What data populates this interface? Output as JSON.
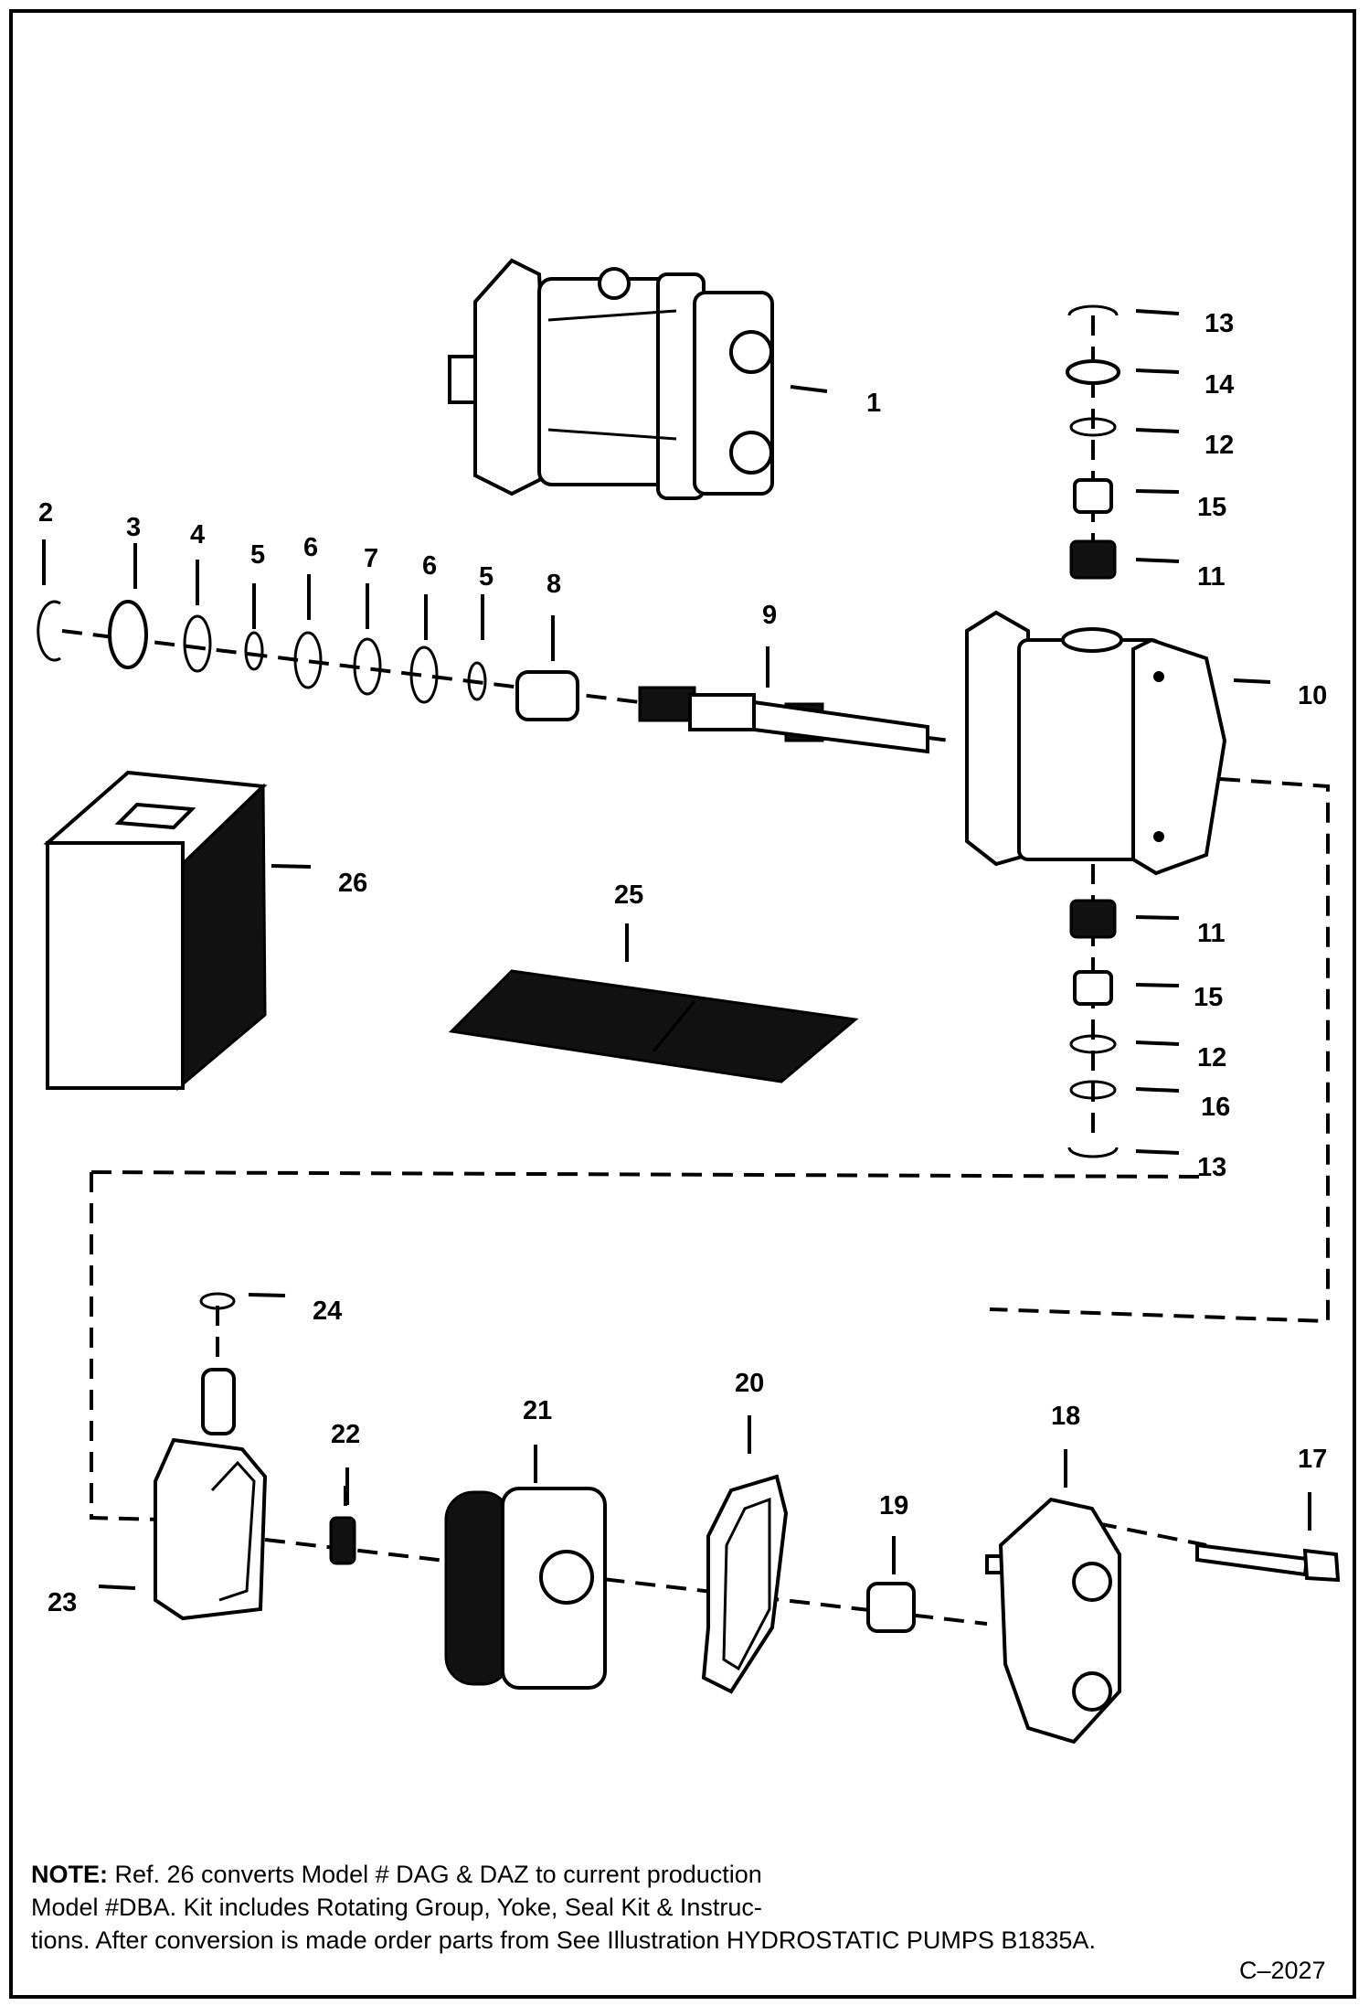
{
  "callouts": [
    "1",
    "2",
    "3",
    "4",
    "5",
    "6",
    "7",
    "6",
    "5",
    "8",
    "9",
    "10",
    "13",
    "14",
    "12",
    "15",
    "11",
    "11",
    "15",
    "12",
    "16",
    "13",
    "26",
    "25",
    "24",
    "22",
    "21",
    "20",
    "19",
    "18",
    "17",
    "23"
  ],
  "note": {
    "prefix": "NOTE:",
    "line1": " Ref. 26 converts Model # DAG & DAZ to current production",
    "line2": "Model #DBA.  Kit includes Rotating Group, Yoke, Seal Kit & Instruc-",
    "line3": "tions.  After conversion is made order parts from See Illustration HYDROSTATIC PUMPS B1835A."
  },
  "figure_code": "C–2027"
}
